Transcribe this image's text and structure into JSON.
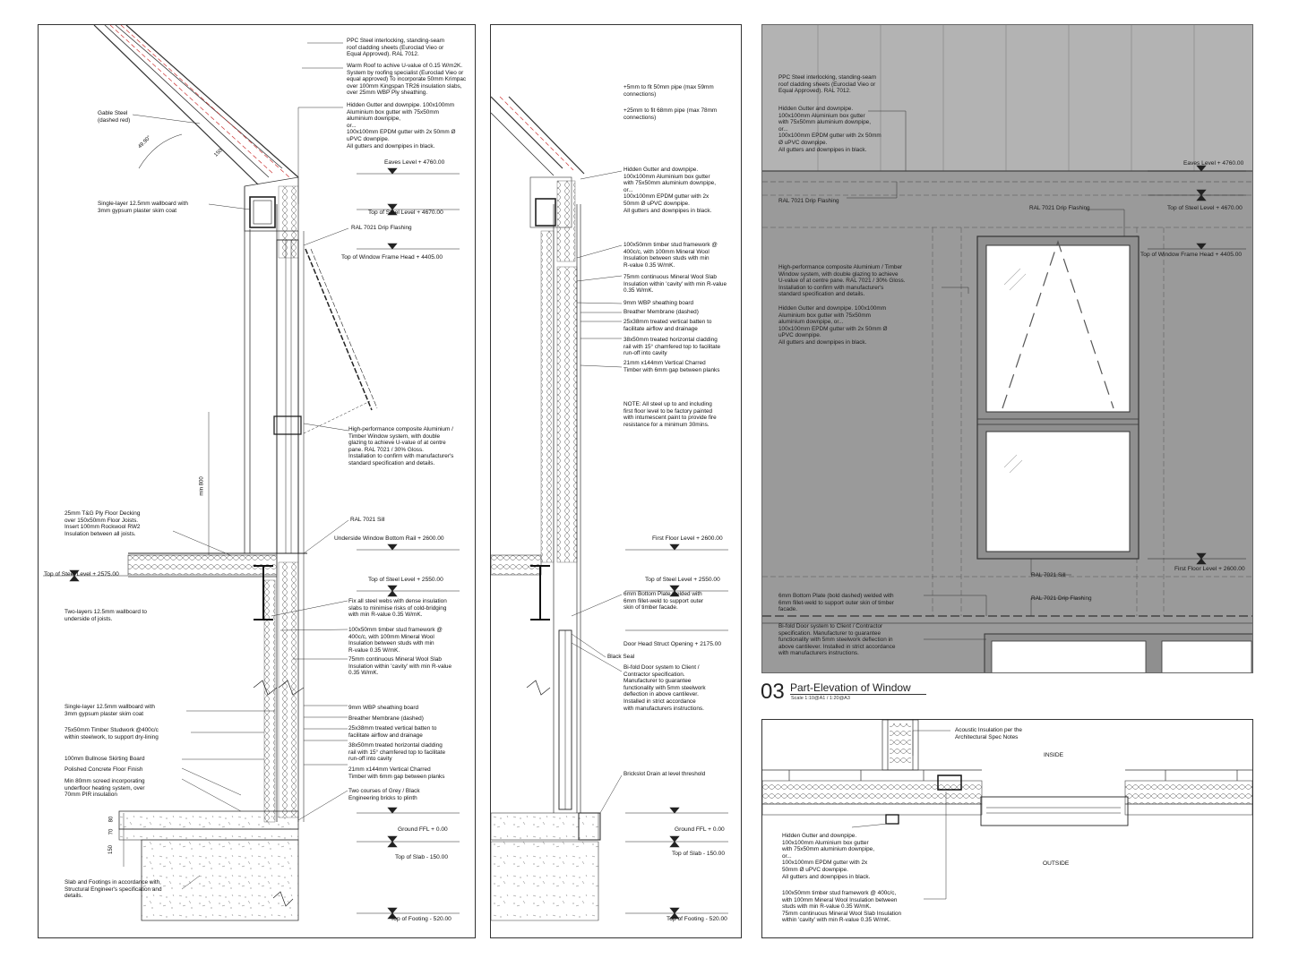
{
  "sheet1": {
    "notes": {
      "roof_cladding": "PPC Steel interlocking, standing-seam\nroof cladding sheets (Euroclad Vieo or\nEqual Approved). RAL 7012.",
      "warm_roof": "Warm Roof to achive U-value of 0.15 W/m2K.\nSystem by roofing specialist (Euroclad Vieo or\nequal approved) To incorporate 50mm Krimpac\nover 100mm Kingspan TR26 insulation slabs,\nover 25mm WBP Ply sheathing.",
      "hidden_gutter": "Hidden Gutter and downpipe. 100x100mm\nAluminium box gutter with 75x50mm\naluminium downpipe,\nor...\n100x100mm EPDM gutter with 2x 50mm Ø\nuPVC downpipe.\nAll gutters and downpipes in black.",
      "gable_steel": "Gable Steel\n(dashed red)",
      "wallboard_top": "Single-layer 12.5mm wallboard with\n3mm gypsum plaster skim coat",
      "drip_flashing": "RAL 7021 Drip Flashing",
      "window_system": "High-performance composite Aluminium /\nTimber Window system, with double\nglazing to achieve U-value of at centre\npane. RAL 7021 / 30% Gloss.\nInstallation to confirm with manufacturer's\nstandard specification and details.",
      "floor_decking": "25mm T&G Ply Floor Decking\nover 150x50mm Floor Joists.\nInsert 100mm Rockwool RW2\nInsulation between all joists.",
      "sill": "RAL 7021 Sill",
      "two_layers": "Two-layers 12.5mm wallboard to\nunderside of joists.",
      "fix_steel": "Fix all steel webs with dense insulation\nslabs to minimise risks of cold-bridging\nwith min R-value 0.35 W/mK.",
      "timber_stud": "100x50mm timber stud framework @\n400c/c, with 100mm Mineral Wool\nInsulation between studs with min\nR-value 0.35 W/mK.",
      "mineral_wool": "75mm continuous Mineral Wool Slab\nInsulation within 'cavity' with min R-value\n0.35 W/mK.",
      "wallboard_low": "Single-layer 12.5mm wallboard with\n3mm gypsum plaster skim coat",
      "timber_studwork": "75x50mm Timber Studwork @400c/c\nwithin steelwork, to support dry-lining",
      "skirting": "100mm Bullnose Skirting Board",
      "concrete_floor": "Polished Concrete Floor Finish",
      "screed": "Min 80mm screed incorporating\nunderfloor heating system, over\n70mm PIR insulation",
      "wbp": "9mm WBP sheathing board",
      "breather": "Breather Membrane (dashed)",
      "batten": "25x38mm treated vertical batten to\nfacilitate airflow and drainage",
      "cladding_rail": "38x50mm treated horizontal cladding\nrail with 15° chamfered top to facilitate\nrun-off into cavity",
      "charred_timber": "21mm x144mm Vertical Charred\nTimber with 6mm gap between planks",
      "engineering_bricks": "Two courses of Grey / Black\nEngineering bricks to plinth",
      "slab": "Slab and Footings in accordance with\nStructural Engineer's specification and\ndetails."
    },
    "levels": {
      "eaves": "Eaves Level + 4760.00",
      "top_steel_1": "Top of Steel Level + 4670.00",
      "window_head": "Top of Window Frame Head + 4405.00",
      "underside_rail": "Underside Window Bottom Rail + 2600.00",
      "top_steel_2": "Top of Steel Level + 2550.00",
      "top_steel_left": "Top of Steel Level + 2575.00",
      "ground": "Ground FFL + 0.00",
      "slab": "Top of Slab - 150.00",
      "footing": "Top of Footing - 520.00"
    },
    "dims": {
      "angle": "49.90°",
      "d150": "150",
      "min800": "min 800",
      "d80": "80",
      "d70": "70",
      "d150b": "150"
    }
  },
  "sheet2": {
    "notes": {
      "pipe_59": "+5mm to fit 50mm pipe (max 59mm\nconnections)",
      "pipe_78": "+25mm to fit 68mm pipe (max 78mm\nconnections)",
      "hidden_gutter": "Hidden Gutter and downpipe.\n100x100mm Aluminium box gutter\nwith 75x50mm aluminium downpipe,\nor...\n100x100mm EPDM gutter with 2x\n50mm Ø uPVC downpipe.\nAll gutters and downpipes in black.",
      "timber_stud": "100x50mm timber stud framework @\n400c/c, with 100mm Mineral Wool\nInsulation between studs with min\nR-value 0.35 W/mK.",
      "mineral_wool": "75mm continuous Mineral Wool Slab\nInsulation within 'cavity' with min R-value\n0.35 W/mK.",
      "wbp": "9mm WBP sheathing board",
      "breather": "Breather Membrane (dashed)",
      "batten": "25x38mm treated vertical batten to\nfacilitate airflow and drainage",
      "cladding_rail": "38x50mm treated horizontal cladding\nrail with 15° chamfered top to facilitate\nrun-off into cavity",
      "charred_timber": "21mm x144mm Vertical Charred\nTimber with 6mm gap between planks",
      "steel_note": "NOTE: All steel up to and including\nfirst floor level to be factory painted\nwith intumescent paint to provide fire\nresistance for a minimum 30mins.",
      "bottom_plate": "6mm Bottom Plate welded with\n6mm fillet-weld to support outer\nskin of timber facade.",
      "black_seal": "Black Seal",
      "bifold": "Bi-fold Door system to Client /\nContractor specification.\nManufacturer to guarantee\nfunctionality with 5mm steelwork\ndeflection in above cantilever.\nInstalled in strict accordance\nwith manufacturers instructions.",
      "bricks_drain": "Brickslot Drain at level threshold"
    },
    "levels": {
      "first_floor": "First Floor Level + 2600.00",
      "top_steel": "Top of Steel Level + 2550.00",
      "door_head": "Door Head Struct Opening + 2175.00",
      "ground": "Ground FFL + 0.00",
      "slab": "Top of Slab - 150.00",
      "footing": "Top of Footing - 520.00"
    }
  },
  "sheet3": {
    "notes": {
      "roof_cladding": "PPC Steel interlocking, standing-seam\nroof cladding sheets (Euroclad Vieo or\nEqual Approved). RAL 7012.",
      "hidden_gutter": "Hidden Gutter and downpipe.\n100x100mm Aluminium box gutter\nwith 75x50mm aluminium downpipe,\nor...\n100x100mm EPDM gutter with 2x 50mm\nØ uPVC downpipe.\nAll gutters and downpipes in black.",
      "drip_left": "RAL 7021 Drip Flashing",
      "drip_right": "RAL 7021 Drip Flashing",
      "window_system": "High-performance composite Aluminium / Timber\nWindow system, with double glazing to achieve\nU-value of at centre pane. RAL 7021 / 30% Gloss.\nInstallation to confirm with manufacturer's\nstandard specification and details.",
      "hidden_gutter_2": "Hidden Gutter and downpipe. 100x100mm\nAluminium box gutter with 75x50mm\naluminium downpipe, or...\n100x100mm EPDM gutter with 2x 50mm Ø\nuPVC downpipe.\nAll gutters and downpipes in black.",
      "sill": "RAL 7021 Sill",
      "bottom_plate": "6mm Bottom Plate (bold dashed) welded with\n6mm fillet-weld to support outer skin of timber\nfacade.",
      "drip_low": "RAL 7021 Drip Flashing",
      "bifold": "Bi-fold Door system to Client / Contractor\nspecification. Manufacturer to guarantee\nfunctionality with 5mm steelwork deflection in\nabove cantilever. Installed in strict accordance\nwith manufacturers instructions."
    },
    "levels": {
      "eaves": "Eaves Level + 4760.00",
      "top_steel": "Top of Steel Level + 4670.00",
      "window_head": "Top of Window Frame Head + 4405.00",
      "first_floor": "First Floor Level + 2600.00"
    },
    "title": {
      "number": "03",
      "text": "Part-Elevation of Window",
      "scale": "Scale 1:10@A1 / 1:20@A3"
    },
    "colors": {
      "background": "#9a9a9a",
      "upper": "#b3b3b3"
    }
  },
  "sheet4": {
    "notes": {
      "acoustic": "Acoustic Insulation per the\nArchitectural Spec Notes",
      "hidden_gutter": "Hidden Gutter and downpipe.\n100x100mm Aluminium box gutter\nwith 75x50mm aluminium downpipe,\nor...\n100x100mm EPDM gutter with 2x\n50mm Ø uPVC downpipe.\nAll gutters and downpipes in black.",
      "timber_stud": "100x50mm timber stud framework @ 400c/c,\nwith 100mm Mineral Wool Insulation between\nstuds with min R-value 0.35 W/mK.\n75mm continuous Mineral Wool Slab Insulation\nwithin 'cavity' with min R-value 0.35 W/mK."
    },
    "tags": {
      "inside": "INSIDE",
      "outside": "OUTSIDE"
    }
  }
}
